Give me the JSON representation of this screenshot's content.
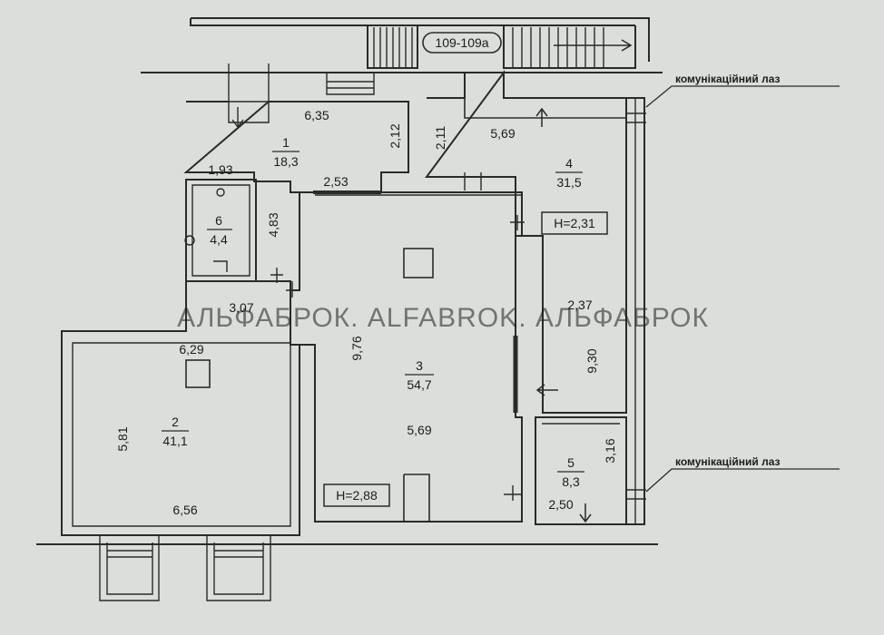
{
  "building_label": "109-109а",
  "watermark": "АЛЬФАБРОК. ALFABROK. АЛЬФАБРОК",
  "notes": {
    "passage_top": "комунікаційний лаз",
    "passage_bottom": "комунікаційний лаз"
  },
  "heights": {
    "room3": "H=2,88",
    "room4": "H=2,31"
  },
  "rooms": [
    {
      "number": "1",
      "area": "18,3"
    },
    {
      "number": "2",
      "area": "41,1"
    },
    {
      "number": "3",
      "area": "54,7"
    },
    {
      "number": "4",
      "area": "31,5"
    },
    {
      "number": "5",
      "area": "8,3"
    },
    {
      "number": "6",
      "area": "4,4"
    }
  ],
  "dimensions": {
    "r1_top": "6,35",
    "r1_right": "2,12",
    "r1_bottom": "2,53",
    "r6_top": "1,93",
    "r6_right": "4,83",
    "r2_top_small": "3,07",
    "r2_top": "6,29",
    "r2_left": "5,81",
    "r2_bottom": "6,56",
    "r3_left": "9,76",
    "r3_bottom": "5,69",
    "r4_left": "2,11",
    "r4_top": "5,69",
    "r4_mid": "2,37",
    "r4_right": "9,30",
    "r5_right": "3,16",
    "r5_bottom": "2,50"
  },
  "colors": {
    "background": "#dcdedb",
    "lines": "#2a2a2a"
  }
}
